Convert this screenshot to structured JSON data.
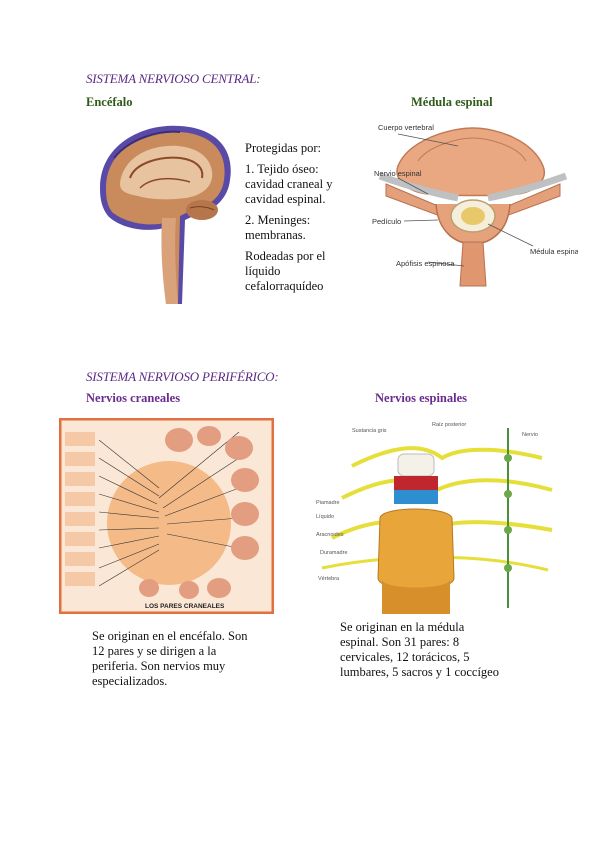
{
  "central": {
    "title": "SISTEMA NERVIOSO CENTRAL:",
    "encefalo_label": "Encéfalo",
    "medula_label": "Médula espinal",
    "protegidas": "Protegidas por:",
    "item1": "1.   Tejido óseo: cavidad craneal y cavidad espinal.",
    "item2": "2.   Meninges: membranas.",
    "rodeadas": "Rodeadas por el líquido cefalorraquídeo",
    "spine_labels": {
      "cuerpo": "Cuerpo vertebral",
      "nervio": "Nervio espinal",
      "pediculo": "Pedículo",
      "apofisis": "Apófisis espinosa",
      "medula": "Médula espinal"
    }
  },
  "peripheral": {
    "title": "SISTEMA NERVIOSO PERIFÉRICO:",
    "craneales_label": "Nervios craneales",
    "espinales_label": "Nervios espinales",
    "craneales_text": "Se originan en el encéfalo. Son 12 pares y se dirigen a la periferia. Son nervios muy especializados.",
    "espinales_text": "Se originan en la médula espinal. Son 31 pares: 8 cervicales, 12 torácicos, 5 lumbares, 5 sacros y 1 coccígeo",
    "cranial_caption": "LOS PARES CRANEALES"
  },
  "colors": {
    "title_purple": "#5b2a86",
    "green": "#2f5a1a",
    "nerve_yellow": "#e6df3a"
  }
}
